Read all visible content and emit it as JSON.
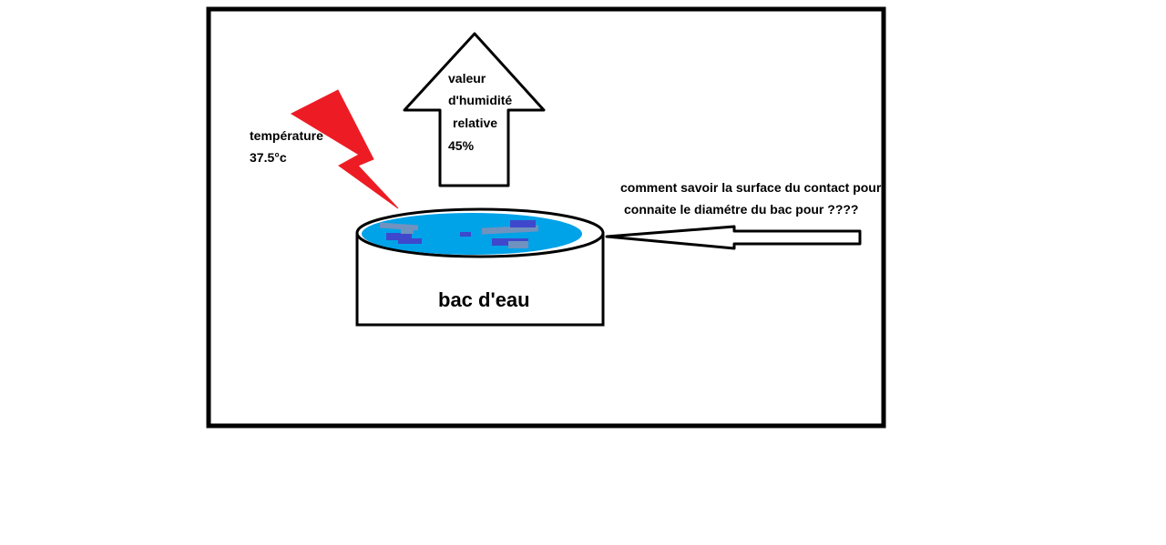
{
  "labels": {
    "temperature_line1": "température",
    "temperature_line2": "37.5°c",
    "humidity_line1": "valeur",
    "humidity_line2": "d'humidité",
    "humidity_line3": "relative",
    "humidity_line4": "45%",
    "question_line1": "comment savoir la surface du contact pour",
    "question_line2": "connaite le diamétre du bac pour ????",
    "container_label": "bac d'eau"
  },
  "colors": {
    "frame": "#000000",
    "lightning": "#ed1c24",
    "water": "#00a2e8",
    "water_streak_dark": "#3f48cc",
    "water_streak_gray": "#7092be"
  },
  "icons": {
    "heat": "lightning-bolt-icon",
    "evaporation": "up-arrow-icon",
    "pointer": "left-arrow-icon"
  }
}
